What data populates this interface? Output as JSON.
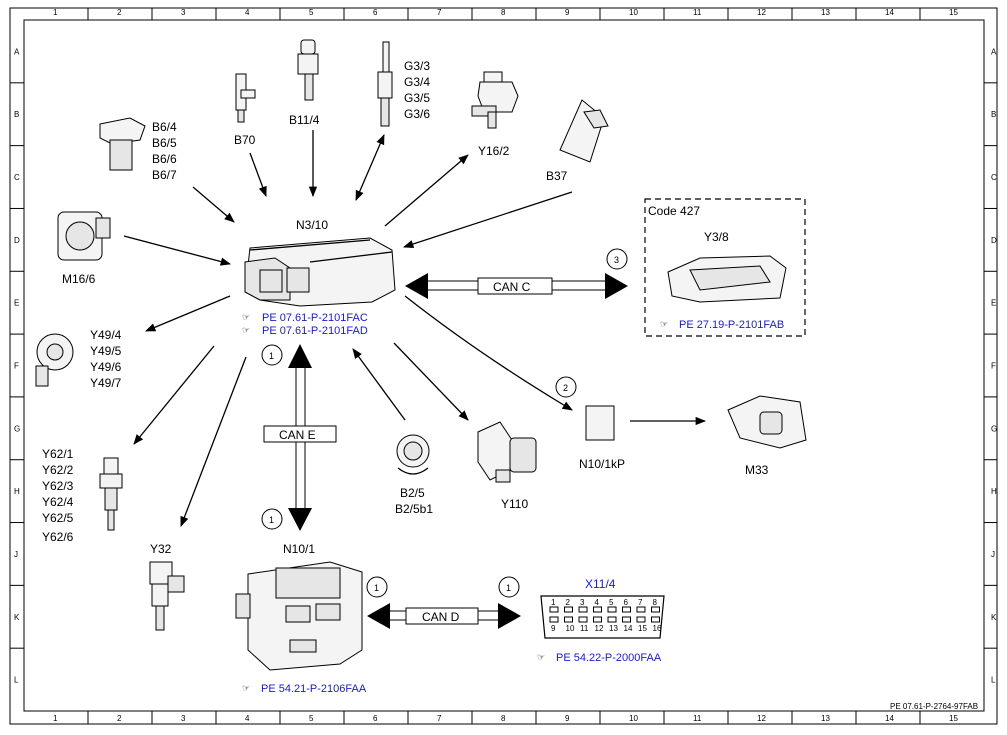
{
  "grid": {
    "cols": [
      "1",
      "2",
      "3",
      "4",
      "5",
      "6",
      "7",
      "8",
      "9",
      "10",
      "11",
      "12",
      "13",
      "14",
      "15"
    ],
    "rows": [
      "A",
      "B",
      "C",
      "D",
      "E",
      "F",
      "G",
      "H",
      "J",
      "K",
      "L"
    ]
  },
  "ecu": {
    "label": "N3/10",
    "ref1": "PE 07.61-P-2101FAC",
    "ref2": "PE 07.61-P-2101FAD"
  },
  "components": {
    "b70": "B70",
    "b11_4": "B11/4",
    "g3": [
      "G3/3",
      "G3/4",
      "G3/5",
      "G3/6"
    ],
    "b6": [
      "B6/4",
      "B6/5",
      "B6/6",
      "B6/7"
    ],
    "y16_2": "Y16/2",
    "b37": "B37",
    "m16_6": "M16/6",
    "y49": [
      "Y49/4",
      "Y49/5",
      "Y49/6",
      "Y49/7"
    ],
    "y62": [
      "Y62/1",
      "Y62/2",
      "Y62/3",
      "Y62/4",
      "Y62/5",
      "Y62/6"
    ],
    "y32": "Y32",
    "b2": [
      "B2/5",
      "B2/5b1"
    ],
    "y110": "Y110",
    "n10_1kp": "N10/1kP",
    "m33": "M33",
    "n10_1": "N10/1",
    "n10_1_ref": "PE 54.21-P-2106FAA",
    "x11_4": "X11/4",
    "x11_4_ref": "PE 54.22-P-2000FAA",
    "x11_4_pins_top": [
      "1",
      "2",
      "3",
      "4",
      "5",
      "6",
      "7",
      "8"
    ],
    "x11_4_pins_bottom": [
      "9",
      "10",
      "11",
      "12",
      "13",
      "14",
      "15",
      "16"
    ]
  },
  "code_box": {
    "title": "Code 427",
    "component": "Y3/8",
    "ref": "PE 27.19-P-2101FAB"
  },
  "buses": {
    "can_c": "CAN C",
    "can_e": "CAN E",
    "can_d": "CAN D"
  },
  "markers": {
    "m_can_e_top": "1",
    "m_can_e_bottom": "1",
    "m_can_d_left": "1",
    "m_can_d_right": "1",
    "m_y3_8": "3",
    "m_n10_1kp": "2"
  },
  "footer": {
    "doc_id": "PE 07.61-P-2764-97FAB"
  }
}
